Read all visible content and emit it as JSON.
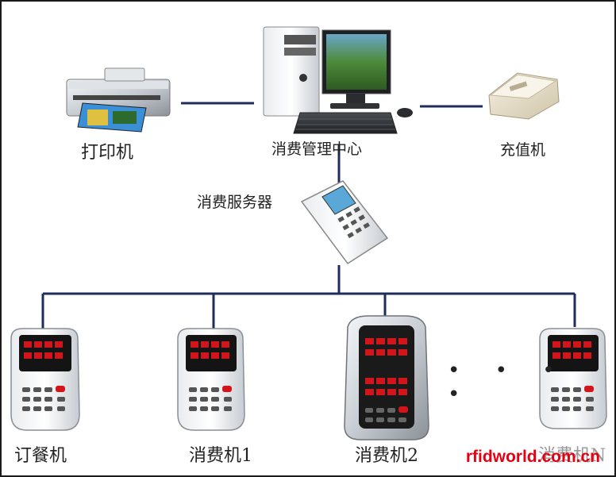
{
  "nodes": {
    "printer": {
      "label": "打印机"
    },
    "center": {
      "label": "消费管理中心"
    },
    "recharger": {
      "label": "充值机"
    },
    "server": {
      "label": "消费服务器"
    },
    "terminals": [
      {
        "label": "订餐机"
      },
      {
        "label": "消费机1"
      },
      {
        "label": "消费机2"
      },
      {
        "label": "消费机N"
      }
    ]
  },
  "ellipsis": "• • • •",
  "watermark": "rfidworld.com.cn",
  "colors": {
    "line": "#1f2d5c",
    "device_red": "#d2151b",
    "watermark": "#e60012"
  }
}
